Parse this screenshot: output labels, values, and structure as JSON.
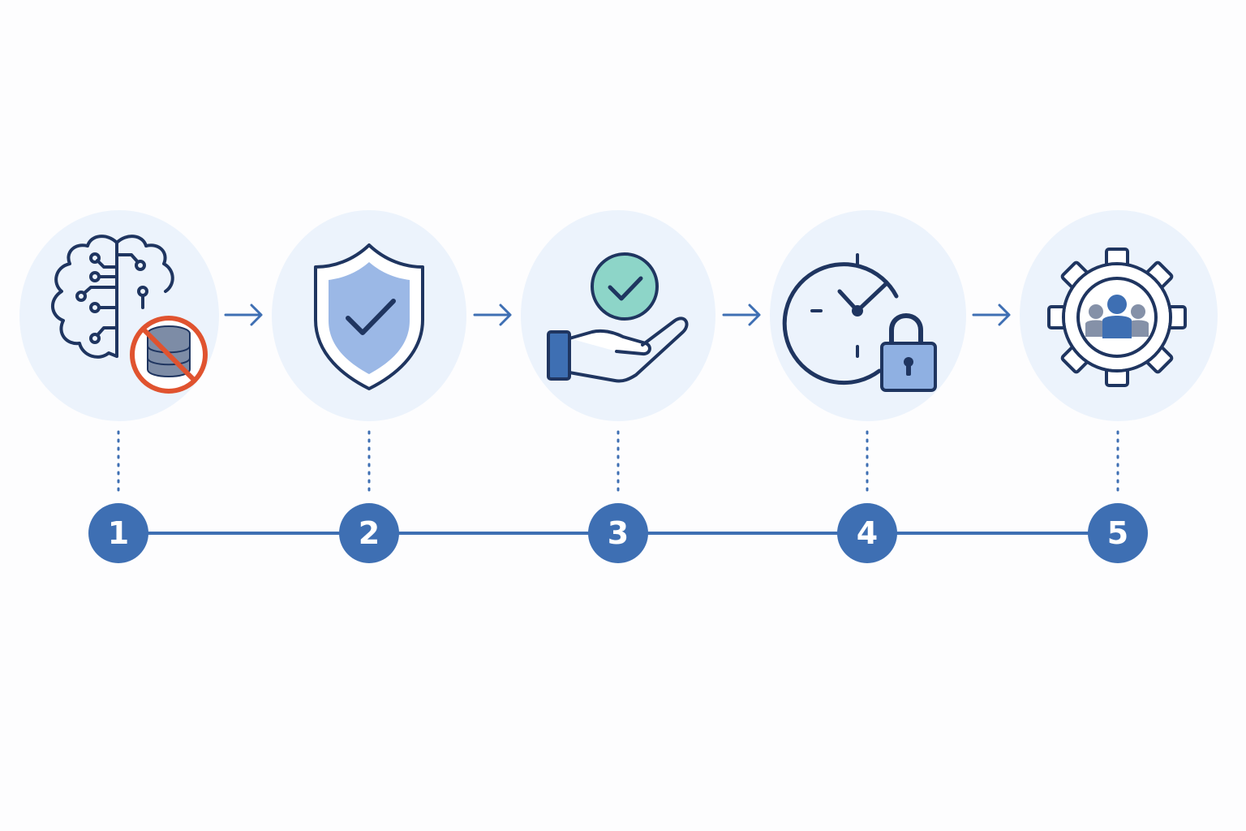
{
  "colors": {
    "background": "#fdfdfe",
    "circle_fill": "#ecf3fc",
    "accent_blue": "#3e6fb3",
    "outline_navy": "#1f3560",
    "light_blue": "#9bb8e6",
    "teal": "#8dd5c8",
    "prohibit_red": "#e0532f",
    "database_gray": "#7d8ca6",
    "people_gray": "#8591a8"
  },
  "steps": [
    {
      "number": "1",
      "icon": "brain-no-database-icon"
    },
    {
      "number": "2",
      "icon": "shield-check-icon"
    },
    {
      "number": "3",
      "icon": "hand-check-icon"
    },
    {
      "number": "4",
      "icon": "clock-lock-icon"
    },
    {
      "number": "5",
      "icon": "gear-people-icon"
    }
  ]
}
